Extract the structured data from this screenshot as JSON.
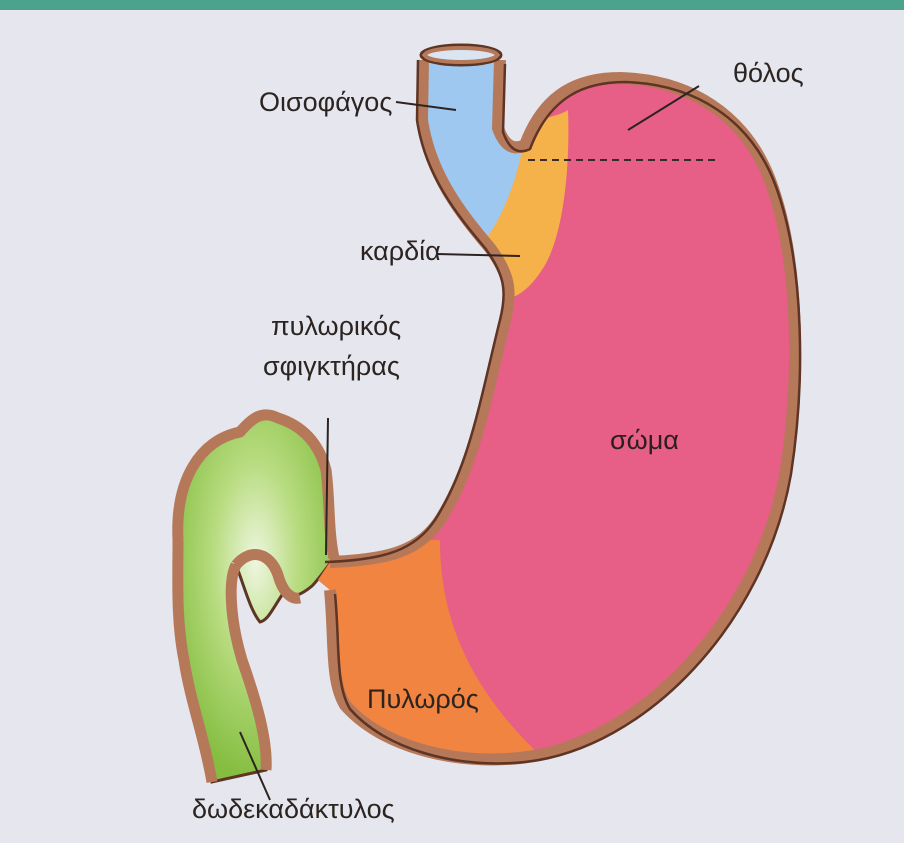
{
  "diagram": {
    "colors": {
      "background": "#e6e7ee",
      "top_border": "#4aa38a",
      "wall": "#b5795a",
      "wall_outline": "#5e3424",
      "esophagus": "#9ec8ef",
      "cardia": "#f6b24a",
      "fundus_body": "#e75e86",
      "pylorus": "#f08440",
      "duodenum": "#84bd40",
      "leader_line": "#2b2421"
    },
    "labels": {
      "esophagus": "Οισοφάγος",
      "fundus": "θόλος",
      "cardia": "καρδία",
      "pyloric_sphincter_line1": "πυλωρικός",
      "pyloric_sphincter_line2": "σφιγκτήρας",
      "body": "σώμα",
      "pylorus": "Πυλωρός",
      "duodenum": "δωδεκαδάκτυλος"
    }
  }
}
